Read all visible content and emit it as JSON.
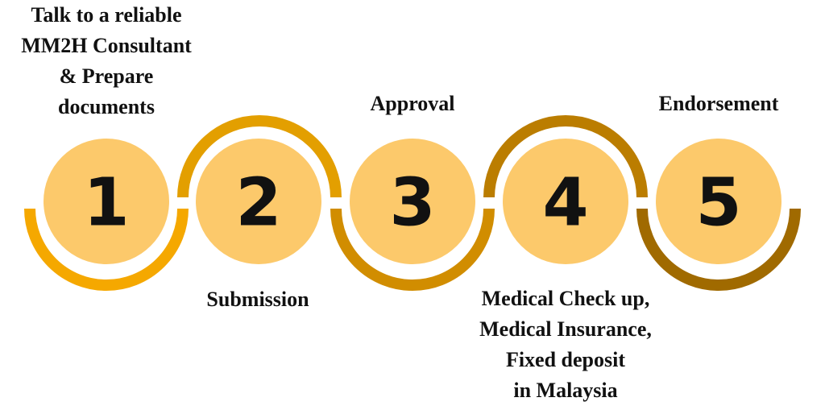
{
  "steps": [
    {
      "number": "1",
      "label": "Talk to a reliable\nMM2H Consultant\n& Prepare\ndocuments",
      "arc_color": "#f5a800",
      "circle_color": "#fcc96b"
    },
    {
      "number": "2",
      "label": "Submission",
      "arc_color": "#e39f00",
      "circle_color": "#fcc96b"
    },
    {
      "number": "3",
      "label": "Approval",
      "arc_color": "#d18d00",
      "circle_color": "#fcc96b"
    },
    {
      "number": "4",
      "label": "Medical Check up,\nMedical Insurance,\nFixed deposit\nin Malaysia",
      "arc_color": "#bb7d00",
      "circle_color": "#fcc96b"
    },
    {
      "number": "5",
      "label": "Endorsement",
      "arc_color": "#a06a00",
      "circle_color": "#fcc96b"
    }
  ]
}
